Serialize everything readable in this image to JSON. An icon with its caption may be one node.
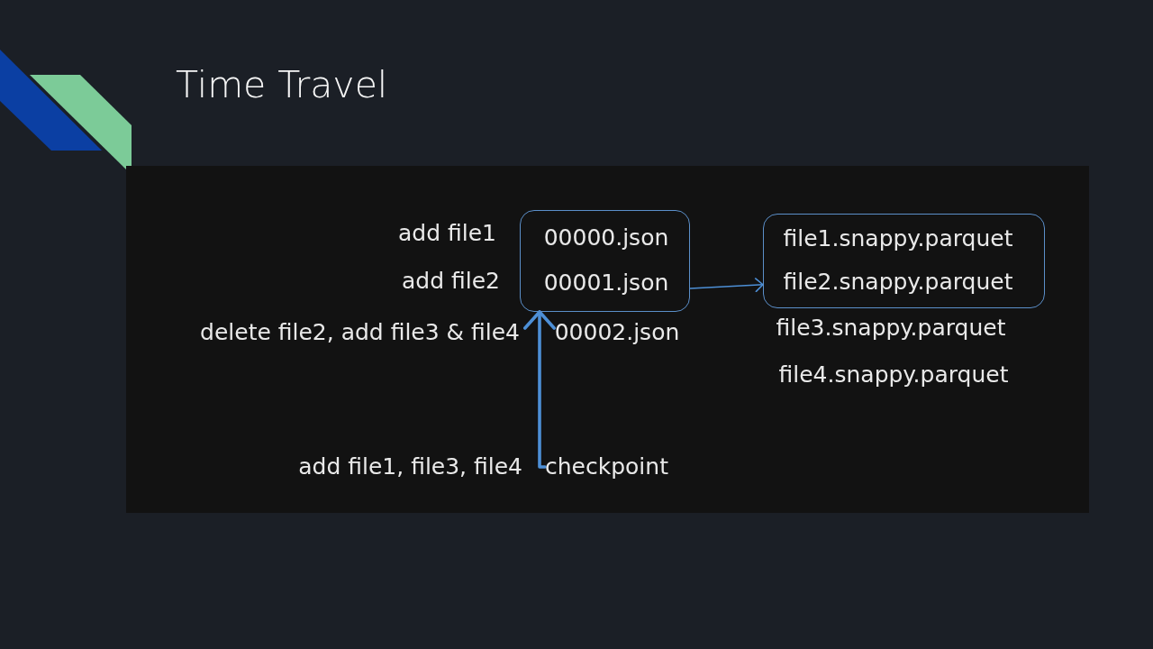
{
  "diagram": {
    "title": "Time Travel",
    "nodes": [
      {
        "text": [],
        "shape": "box"
      },
      {
        "text": [
          "00000.json"
        ],
        "in": 0,
        "beside": [
          "add file1"
        ]
      },
      {
        "text": [
          "00001.json"
        ],
        "in": 0,
        "beside": [
          "add file2"
        ]
      },
      {
        "text": [
          "00002.json"
        ],
        "beside": [
          "delete file2, add file3 & file4"
        ]
      },
      {
        "text": [
          "checkpoint"
        ],
        "beside": [
          "add file1, file3, file4"
        ]
      },
      {
        "text": [],
        "shape": "box"
      },
      {
        "text": [
          "file1.snappy.parquet"
        ],
        "in": 5
      },
      {
        "text": [
          "file2.snappy.parquet"
        ],
        "in": 5
      },
      {
        "text": [
          "file3.snappy.parquet"
        ]
      },
      {
        "text": [
          "file4.snappy.parquet"
        ]
      }
    ],
    "edges": [
      {
        "from": 0,
        "to": 5,
        "arrow": "to"
      },
      {
        "from": 4,
        "to": 0,
        "arrow": "to",
        "style": "thick"
      }
    ]
  }
}
